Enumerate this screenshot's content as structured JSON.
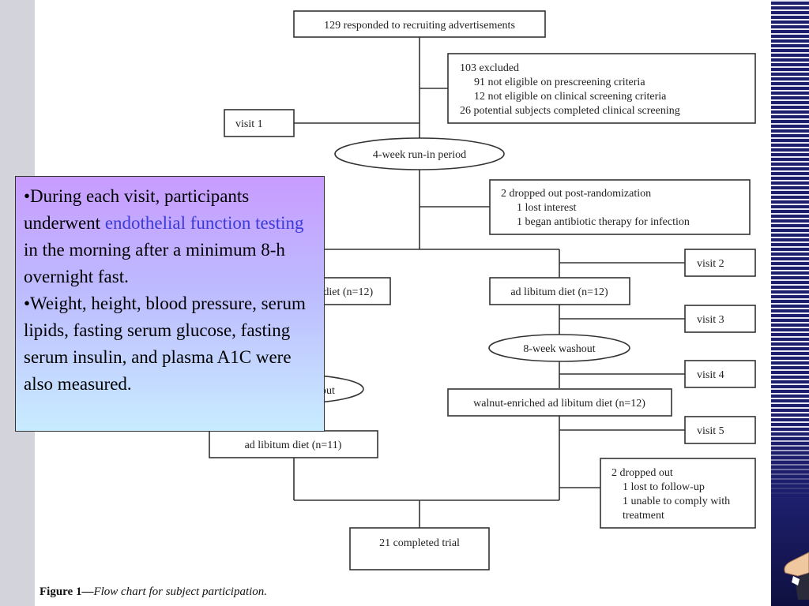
{
  "diagram": {
    "nodes": {
      "responded": "129 responded to recruiting advertisements",
      "excluded": [
        "103 excluded",
        "91 not eligible on prescreening criteria",
        "12 not eligible on clinical screening criteria",
        "26 potential subjects completed clinical screening"
      ],
      "visit1": "visit 1",
      "runin": "4-week run-in period",
      "dropped_post": [
        "2 dropped out post-randomization",
        "1 lost interest",
        "1 began antibiotic therapy for infection"
      ],
      "visit2": "visit 2",
      "left_diet_top": "m diet (n=12)",
      "ad_lib_right": "ad libitum diet (n=12)",
      "visit3": "visit 3",
      "washout_right": "8-week washout",
      "visit4": "visit 4",
      "washout_left_partial": "out",
      "walnut_right": "walnut-enriched ad libitum diet (n=12)",
      "visit5": "visit 5",
      "ad_lib_left": "ad libitum diet (n=11)",
      "dropped_out": [
        "2 dropped out",
        "1 lost to follow-up",
        "1 unable to comply with",
        "treatment"
      ],
      "completed": "21 completed trial"
    },
    "caption": {
      "label": "Figure 1—",
      "text": "Flow chart for subject participation."
    }
  },
  "callout": {
    "b1_pre": "•During each visit, participants underwent ",
    "b1_highlight": "endothelial function testing",
    "b1_post": " in the morning after a minimum 8-h overnight fast.",
    "b2": "•Weight, height, blood pressure, serum lipids, fasting serum glucose, fasting serum insulin, and plasma A1C were also measured.",
    "highlight_color": "#3b3bd8"
  }
}
